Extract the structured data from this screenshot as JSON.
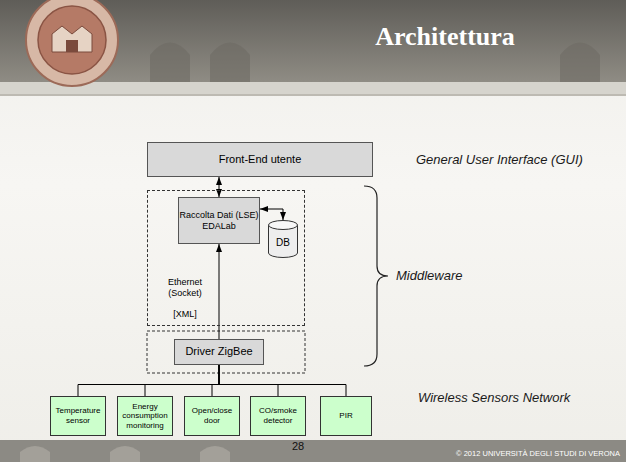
{
  "diagram": {
    "title": "Architettura",
    "nodes": [
      {
        "text": [
          "Front-End utente"
        ]
      },
      {
        "text": [
          "Ethernet (Socket)",
          "[XML]"
        ]
      },
      {
        "text": [
          "Raccolta Dati (LSE) EDALab"
        ],
        "in": 1
      },
      {
        "text": [
          "DB"
        ],
        "in": 1
      },
      {
        "text": [
          "Driver ZigBee"
        ]
      },
      {
        "text": [
          "Temperature sensor"
        ]
      },
      {
        "text": [
          "Energy consumption monitoring"
        ]
      },
      {
        "text": [
          "Open/close door"
        ]
      },
      {
        "text": [
          "CO/smoke detector"
        ]
      },
      {
        "text": [
          "PIR"
        ]
      }
    ],
    "edges": [
      {
        "from": 0,
        "to": 2,
        "arrow": "both"
      },
      {
        "from": 2,
        "to": 3,
        "arrow": "both"
      },
      {
        "from": 4,
        "to": 2,
        "arrow": "to"
      },
      {
        "from": 5,
        "to": 4,
        "arrow": "none"
      },
      {
        "from": 6,
        "to": 4,
        "arrow": "none"
      },
      {
        "from": 7,
        "to": 4,
        "arrow": "none"
      },
      {
        "from": 8,
        "to": 4,
        "arrow": "none"
      },
      {
        "from": 9,
        "to": 4,
        "arrow": "none"
      }
    ],
    "labels": [
      "General User Interface (GUI)",
      "Middleware",
      "Wireless Sensors Network",
      "28",
      "© 2012 UNIVERSITÀ DEGLI STUDI DI VERONA"
    ]
  }
}
